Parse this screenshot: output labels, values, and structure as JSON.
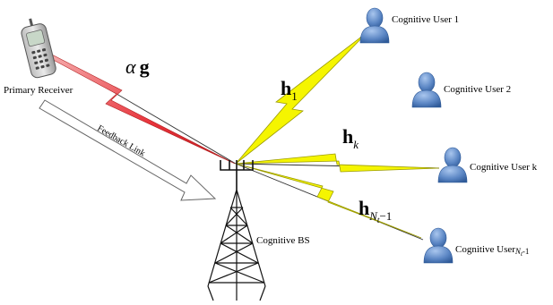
{
  "labels": {
    "primary_receiver": "Primary Receiver",
    "feedback_link": "Feedback Link",
    "cognitive_bs": "Cognitive BS",
    "user_1": "Cognitive User 1",
    "user_2": "Cognitive User 2",
    "user_k": "Cognitive User k",
    "user_last": "Cognitive User",
    "user_last_subscript": "N",
    "user_last_sub_sub": "t",
    "user_last_suffix": "-1"
  },
  "channels": {
    "alpha_g": {
      "coef": "α",
      "vec": "g"
    },
    "h1": {
      "base": "h",
      "sub": "1"
    },
    "hk": {
      "base": "h",
      "sub": "k"
    },
    "hN": {
      "base": "h",
      "sub": "N",
      "subsub": "t",
      "suffix": "−1"
    }
  },
  "colors": {
    "interference_bolt": "#e8323a",
    "link_bolt": "#f5f500",
    "bolt_outline": "#9a9a00",
    "user_icon": "#5b86c4",
    "tower": "#111111"
  },
  "icons": {
    "phone": "mobile-phone-icon",
    "tower": "antenna-tower-icon",
    "user": "person-icon"
  }
}
